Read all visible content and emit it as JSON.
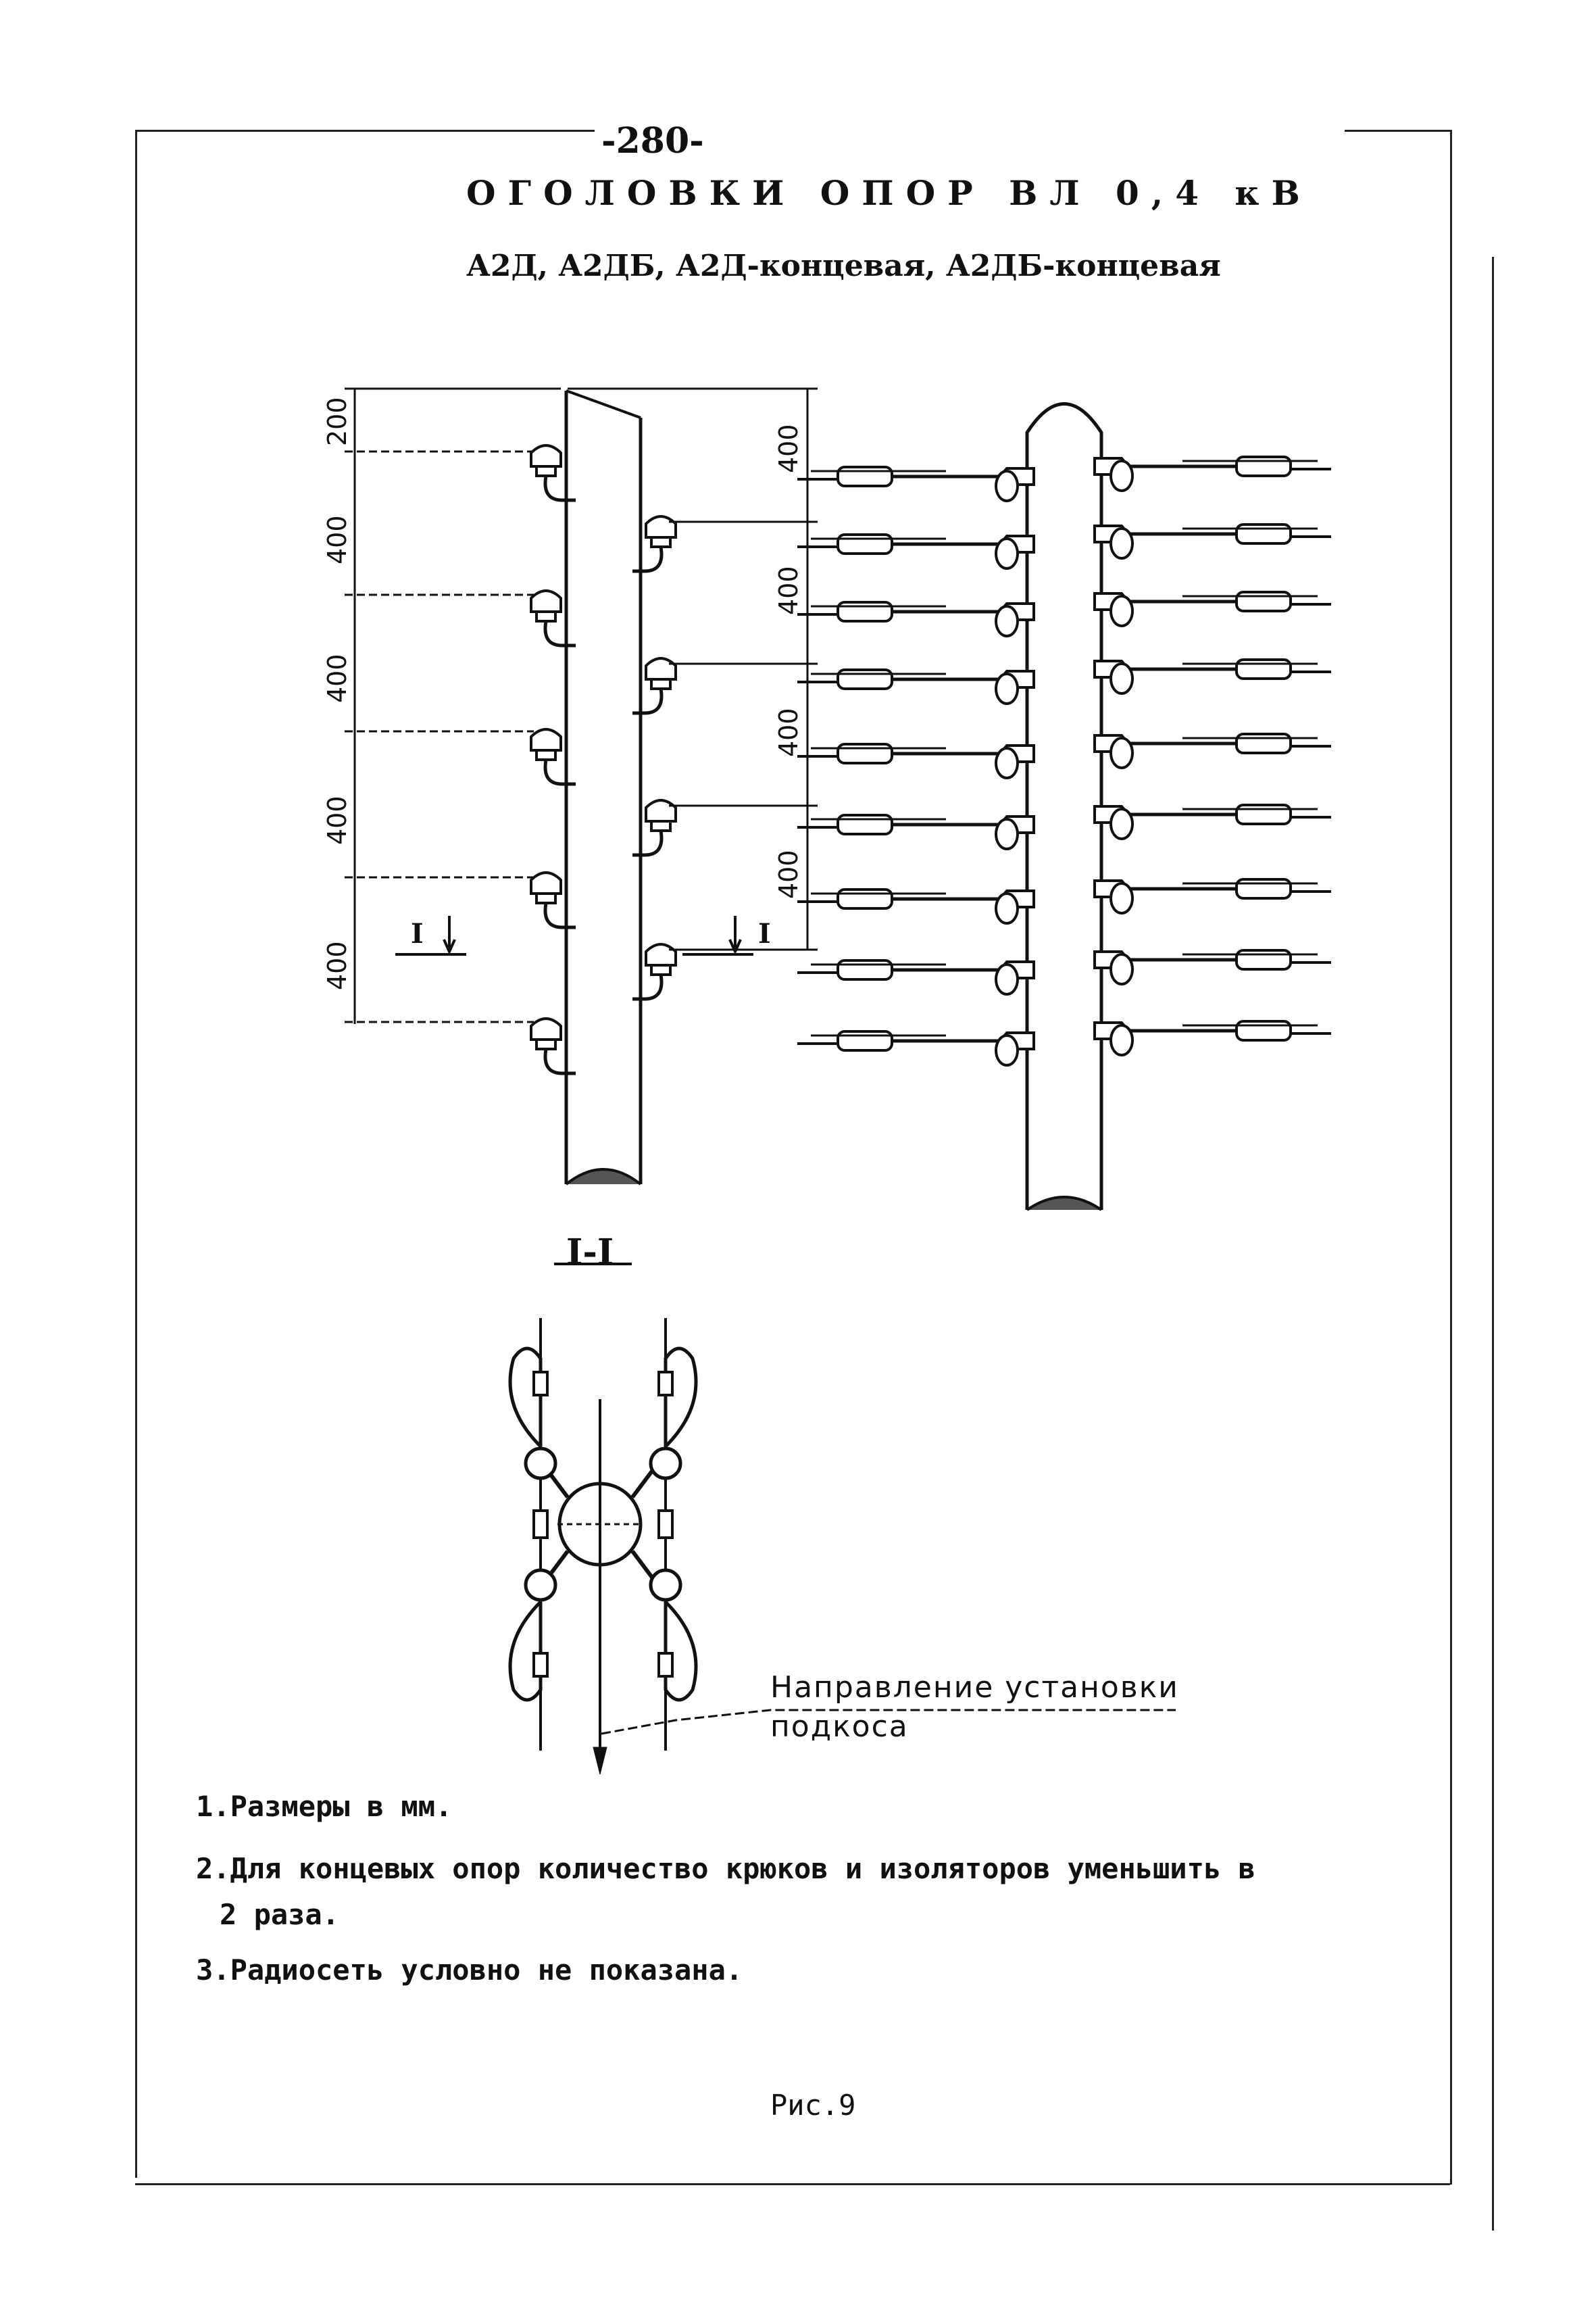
{
  "page_number": "-280-",
  "title": "ОГОЛОВКИ ОПОР ВЛ 0,4 кВ",
  "subtitle": "А2Д, А2ДБ, А2Д-концевая, А2ДБ-концевая",
  "side_view": {
    "left_dimensions": [
      "200",
      "400",
      "400",
      "400",
      "400"
    ],
    "right_dimensions": [
      "400",
      "400",
      "400",
      "400"
    ],
    "section_marker": "I"
  },
  "section_label": "I-I",
  "direction_label": [
    "Направление установки",
    "подкоса"
  ],
  "notes": [
    "1.Размеры в мм.",
    "2.Для концевых опор количество крюков и изоляторов уменьшить в",
    "2 раза.",
    "3.Радиосеть условно не показана."
  ],
  "figure_caption": "Рис.9"
}
